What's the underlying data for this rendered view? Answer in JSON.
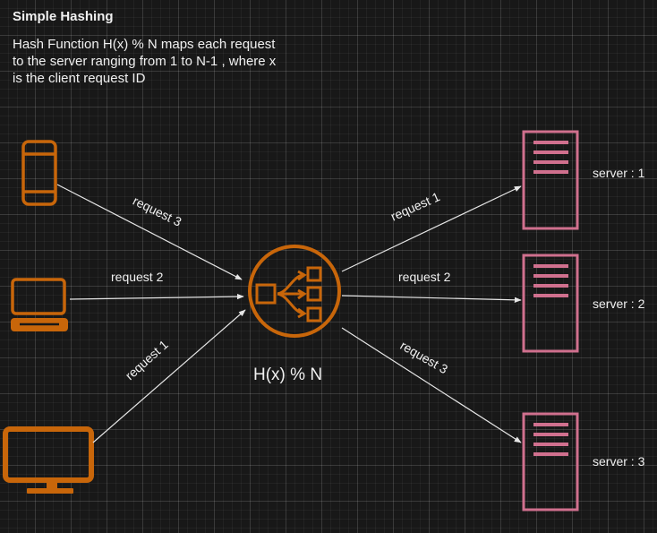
{
  "diagram": {
    "title": "Simple Hashing",
    "description": "Hash Function H(x) % N maps each request to the server ranging from 1 to N-1 , where x is the client request ID",
    "hash_label": "H(x) % N",
    "left_edges": [
      {
        "label": "request 3"
      },
      {
        "label": "request 2"
      },
      {
        "label": "request 1"
      }
    ],
    "right_edges": [
      {
        "label": "request 1"
      },
      {
        "label": "request 2"
      },
      {
        "label": "request 3"
      }
    ],
    "servers": [
      {
        "label": "server : 1"
      },
      {
        "label": "server : 2"
      },
      {
        "label": "server : 3"
      }
    ],
    "clients": [
      {
        "icon": "mobile-phone-icon"
      },
      {
        "icon": "laptop-icon"
      },
      {
        "icon": "desktop-monitor-icon"
      }
    ],
    "colors": {
      "client": "#c8660a",
      "hash": "#c8660a",
      "server": "#d0708e",
      "edge": "#e6e6e6",
      "background": "#181818"
    }
  }
}
